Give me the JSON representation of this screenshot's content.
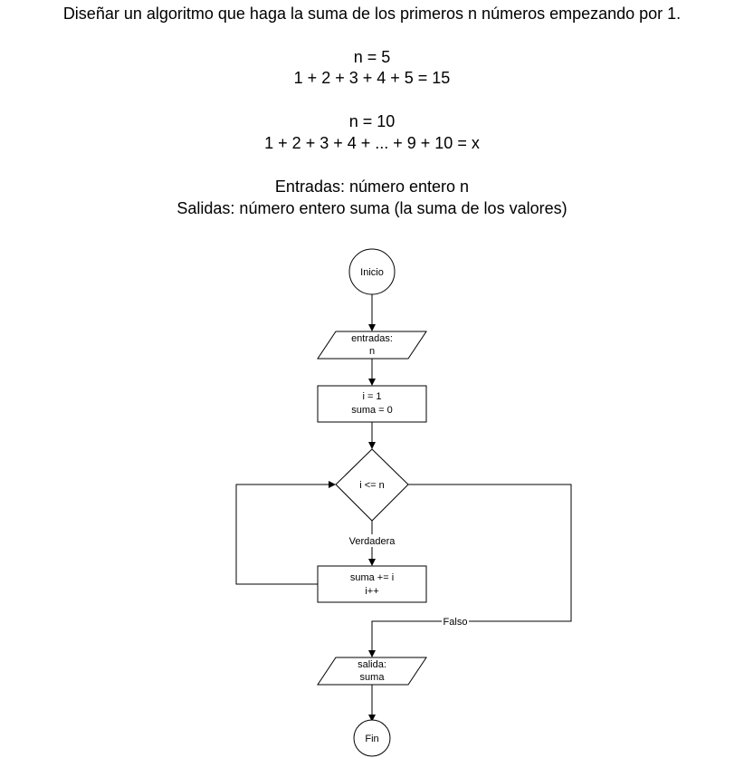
{
  "problem": {
    "statement": "Diseñar un algoritmo que haga la suma de los primeros n números empezando por 1.",
    "example1_n": "n = 5",
    "example1_sum": "1 + 2 + 3 + 4 + 5 = 15",
    "example2_n": "n = 10",
    "example2_sum": "1 + 2 + 3 + 4 + ... + 9 + 10 = x",
    "inputs": "Entradas: número entero n",
    "outputs": "Salidas: número entero suma (la suma de los valores)"
  },
  "flowchart": {
    "start": "Inicio",
    "input_line1": "entradas:",
    "input_line2": "n",
    "init_line1": "i = 1",
    "init_line2": "suma = 0",
    "condition": "i <= n",
    "true_label": "Verdadera",
    "body_line1": "suma += i",
    "body_line2": "i++",
    "false_label": "Falso",
    "output_line1": "salida:",
    "output_line2": "suma",
    "end": "Fin"
  }
}
